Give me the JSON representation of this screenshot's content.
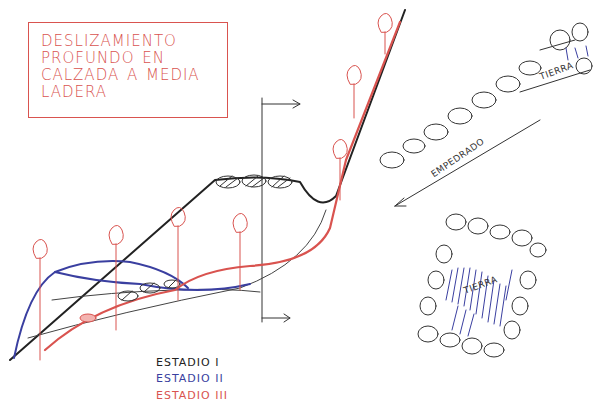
{
  "diagram": {
    "nodes": [
      {
        "text": [
          "DESLIZAMIENTO PROFUNDO EN CALZADA A MEDIA LADERA"
        ]
      }
    ],
    "labels": [
      "EMPEDRADO",
      "TIERRA",
      "TIERRA"
    ],
    "legend": [
      {
        "text": "ESTADIO I",
        "color": "#222222"
      },
      {
        "text": "ESTADIO II",
        "color": "#3a3fa0"
      },
      {
        "text": "ESTADIO III",
        "color": "#d9534f"
      }
    ]
  }
}
